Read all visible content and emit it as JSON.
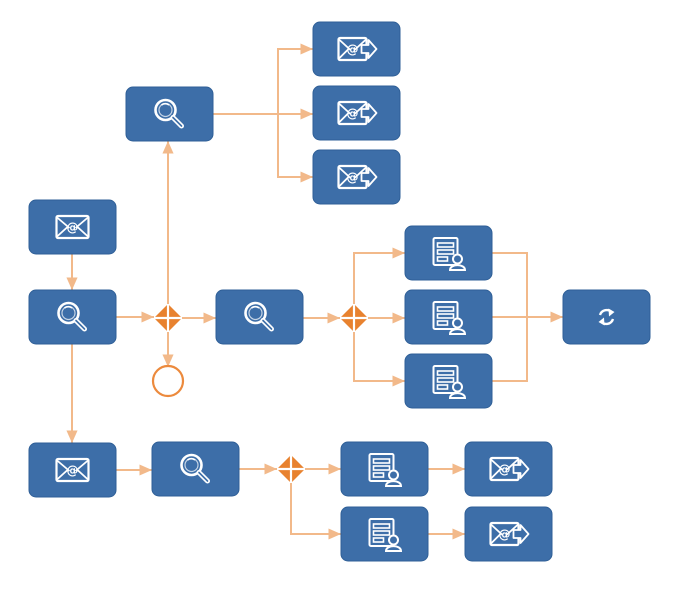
{
  "diagram": {
    "colors": {
      "box_fill": "#3d6ea8",
      "box_stroke": "#2f5f97",
      "icon": "#ffffff",
      "connector": "#f2b98a",
      "gateway": "#e8822f",
      "end_event": "#ec8a3d",
      "background": "#ffffff"
    },
    "nodes": [
      {
        "id": "start-mail",
        "kind": "task",
        "icon": "envelope-icon"
      },
      {
        "id": "search-main",
        "kind": "task",
        "icon": "magnifier-icon"
      },
      {
        "id": "gateway-1",
        "kind": "gateway",
        "icon": "parallel-gateway-icon"
      },
      {
        "id": "end-event",
        "kind": "event",
        "icon": "end-event-circle"
      },
      {
        "id": "search-top",
        "kind": "task",
        "icon": "magnifier-icon"
      },
      {
        "id": "send-mail-1",
        "kind": "task",
        "icon": "send-email-icon"
      },
      {
        "id": "send-mail-2",
        "kind": "task",
        "icon": "send-email-icon"
      },
      {
        "id": "send-mail-3",
        "kind": "task",
        "icon": "send-email-icon"
      },
      {
        "id": "search-mid",
        "kind": "task",
        "icon": "magnifier-icon"
      },
      {
        "id": "gateway-2",
        "kind": "gateway",
        "icon": "parallel-gateway-icon"
      },
      {
        "id": "contact-card-1",
        "kind": "task",
        "icon": "contact-card-icon"
      },
      {
        "id": "contact-card-2",
        "kind": "task",
        "icon": "contact-card-icon"
      },
      {
        "id": "contact-card-3",
        "kind": "task",
        "icon": "contact-card-icon"
      },
      {
        "id": "refresh",
        "kind": "task",
        "icon": "refresh-icon"
      },
      {
        "id": "mail-bottom",
        "kind": "task",
        "icon": "envelope-icon"
      },
      {
        "id": "search-bottom",
        "kind": "task",
        "icon": "magnifier-icon"
      },
      {
        "id": "gateway-3",
        "kind": "gateway",
        "icon": "parallel-gateway-icon"
      },
      {
        "id": "contact-card-4",
        "kind": "task",
        "icon": "contact-card-icon"
      },
      {
        "id": "contact-card-5",
        "kind": "task",
        "icon": "contact-card-icon"
      },
      {
        "id": "send-mail-4",
        "kind": "task",
        "icon": "send-email-icon"
      },
      {
        "id": "send-mail-5",
        "kind": "task",
        "icon": "send-email-icon"
      }
    ],
    "edges": [
      [
        "start-mail",
        "search-main"
      ],
      [
        "search-main",
        "gateway-1"
      ],
      [
        "search-main",
        "mail-bottom"
      ],
      [
        "gateway-1",
        "search-top"
      ],
      [
        "gateway-1",
        "end-event"
      ],
      [
        "gateway-1",
        "search-mid"
      ],
      [
        "search-top",
        "send-mail-1"
      ],
      [
        "search-top",
        "send-mail-2"
      ],
      [
        "search-top",
        "send-mail-3"
      ],
      [
        "search-mid",
        "gateway-2"
      ],
      [
        "gateway-2",
        "contact-card-1"
      ],
      [
        "gateway-2",
        "contact-card-2"
      ],
      [
        "gateway-2",
        "contact-card-3"
      ],
      [
        "contact-card-1",
        "refresh"
      ],
      [
        "contact-card-2",
        "refresh"
      ],
      [
        "contact-card-3",
        "refresh"
      ],
      [
        "mail-bottom",
        "search-bottom"
      ],
      [
        "search-bottom",
        "gateway-3"
      ],
      [
        "gateway-3",
        "contact-card-4"
      ],
      [
        "gateway-3",
        "contact-card-5"
      ],
      [
        "contact-card-4",
        "send-mail-4"
      ],
      [
        "contact-card-5",
        "send-mail-5"
      ]
    ]
  }
}
